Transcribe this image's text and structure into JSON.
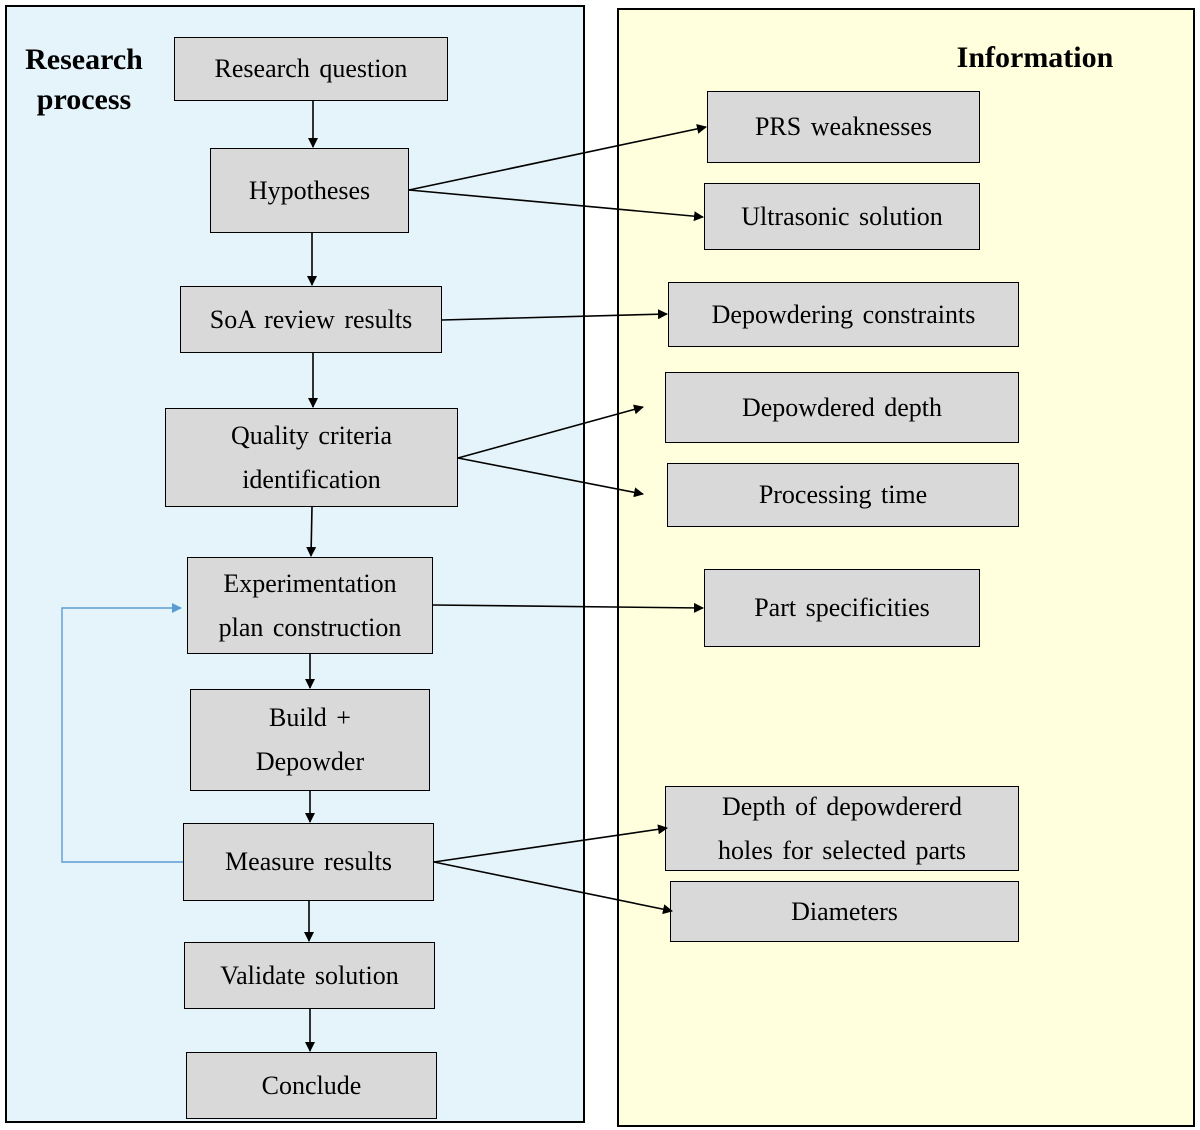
{
  "research_process": {
    "title": "Research process",
    "steps": [
      "Research question",
      "Hypotheses",
      "SoA review results",
      "Quality criteria identification",
      "Experimentation plan construction",
      "Build + Depowder",
      "Measure results",
      "Validate solution",
      "Conclude"
    ]
  },
  "information": {
    "title": "Information",
    "items": [
      "PRS weaknesses",
      "Ultrasonic solution",
      "Depowdering constraints",
      "Depowdered depth",
      "Processing time",
      "Part specificities",
      "Depth of depowdererd holes for selected parts",
      "Diameters"
    ]
  },
  "colors": {
    "process_panel": "#e5f4fa",
    "information_panel": "#ffffde",
    "box_fill": "#d9d9d9",
    "feedback_arrow": "#5b9bd5"
  }
}
